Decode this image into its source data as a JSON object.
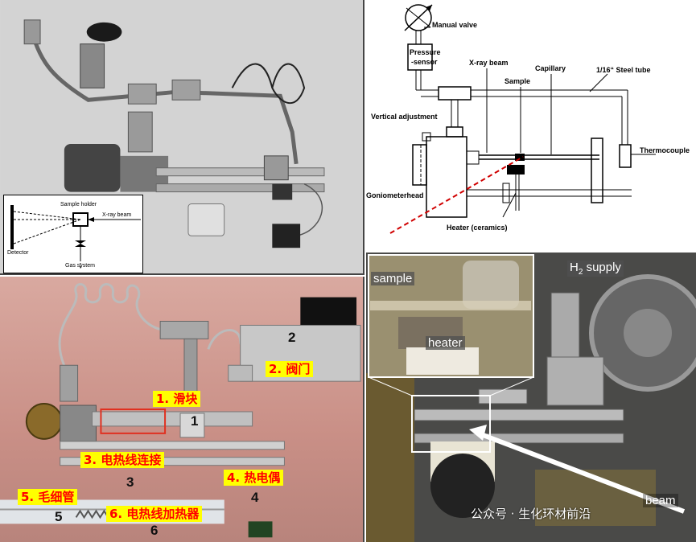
{
  "top_left": {
    "inset_labels": {
      "sample_holder": "Sample holder",
      "xray_beam": "X-ray beam",
      "detector": "Detector",
      "gas_system": "Gas system"
    }
  },
  "top_right": {
    "labels": {
      "manual_valve": "Manual valve",
      "pressure_sensor_1": "Pressure",
      "pressure_sensor_2": "-sensor",
      "xray_beam": "X-ray beam",
      "capillary": "Capillary",
      "sample": "Sample",
      "steel_tube": "1/16“ Steel tube",
      "vertical_adjustment": "Vertical adjustment",
      "thermocouple": "Thermocouple",
      "goniometerhead": "Goniometerhead",
      "heater": "Heater (ceramics)"
    }
  },
  "bottom_left": {
    "labels": {
      "slider": "1. 滑块",
      "valve": "2. 阀门",
      "heating_wire_connection": "3. 电热线连接",
      "thermocouple": "4. 热电偶",
      "capillary": "5. 毛细管",
      "heating_wire_heater": "6. 电热线加热器"
    },
    "numbers": [
      "1",
      "2",
      "3",
      "4",
      "5",
      "6"
    ]
  },
  "bottom_right": {
    "labels": {
      "sample": "sample",
      "heater": "heater",
      "h2_supply_h": "H",
      "h2_supply_sub": "2",
      "h2_supply_rest": " supply",
      "beam": "beam"
    },
    "watermark": "公众号 · 生化环材前沿"
  },
  "colors": {
    "label_bg": "#ffff00",
    "label_text": "#ff0000",
    "beam_dashed": "#d00000",
    "highlight_box": "#e03020"
  }
}
